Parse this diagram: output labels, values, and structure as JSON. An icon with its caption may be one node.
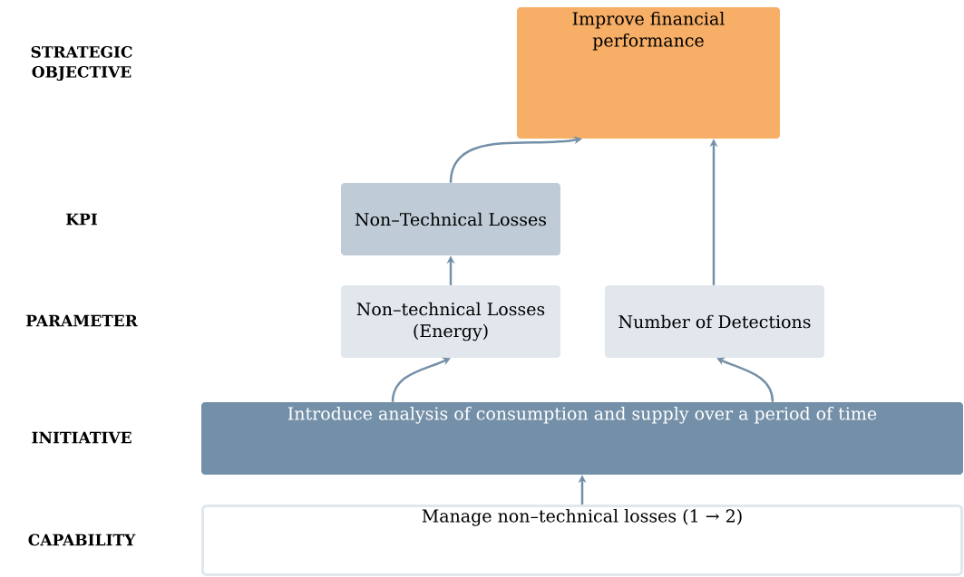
{
  "diagram": {
    "nodes": [
      {
        "text": [
          "Improve financial performance"
        ]
      },
      {
        "text": [
          "Non–Technical Losses"
        ]
      },
      {
        "text": [
          "Non–technical Losses (Energy)"
        ]
      },
      {
        "text": [
          "Number of Detections"
        ]
      },
      {
        "text": [
          "Introduce analysis of consumption and supply over a period of time"
        ]
      },
      {
        "text": [
          "Manage non–technical losses (1 → 2)"
        ]
      }
    ],
    "edges": [
      {
        "from": 5,
        "to": 4,
        "arrow": "to"
      },
      {
        "from": 4,
        "to": 2,
        "arrow": "to"
      },
      {
        "from": 4,
        "to": 3,
        "arrow": "to"
      },
      {
        "from": 2,
        "to": 1,
        "arrow": "to"
      },
      {
        "from": 1,
        "to": 0,
        "arrow": "to"
      },
      {
        "from": 3,
        "to": 0,
        "arrow": "to"
      }
    ],
    "labels": [
      "STRATEGIC OBJECTIVE",
      "KPI",
      "PARAMETER",
      "INITIATIVE",
      "CAPABILITY"
    ]
  }
}
